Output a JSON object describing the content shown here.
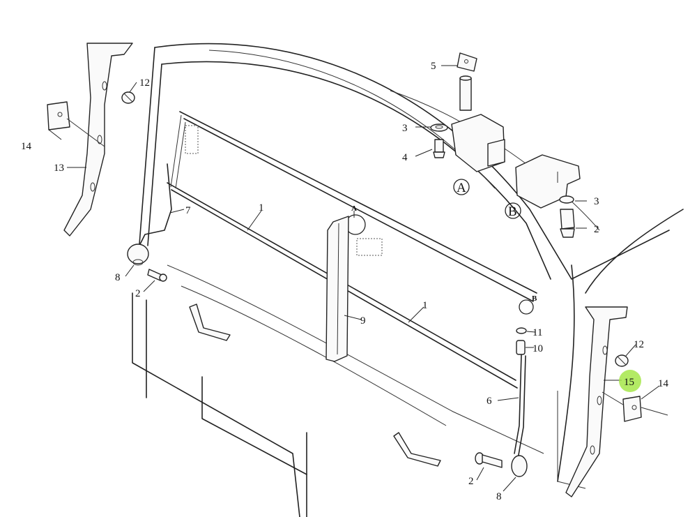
{
  "callouts": {
    "windshield_upper_left": "1",
    "windshield_lower_right": "1",
    "bolt_bottom": "2",
    "bolt_left": "2",
    "bolt_detail_b": "2",
    "washer_detail_a": "3",
    "washer_detail_b": "3",
    "screw_detail_a": "4",
    "clip_detail_a": "5",
    "bracket_right": "6",
    "bracket_left": "7",
    "hinge_left": "8",
    "hinge_bottom": "8",
    "center_strut": "9",
    "spacer": "10",
    "washer_11": "11",
    "plug_left": "12",
    "plug_right": "12",
    "pillar_left": "13",
    "clip_left": "14",
    "clip_right": "14",
    "pillar_right": "15"
  },
  "detail_labels": {
    "a": "A",
    "b": "B",
    "marker_a": "A",
    "marker_b": "B"
  },
  "highlight_color": "#a6e64a"
}
